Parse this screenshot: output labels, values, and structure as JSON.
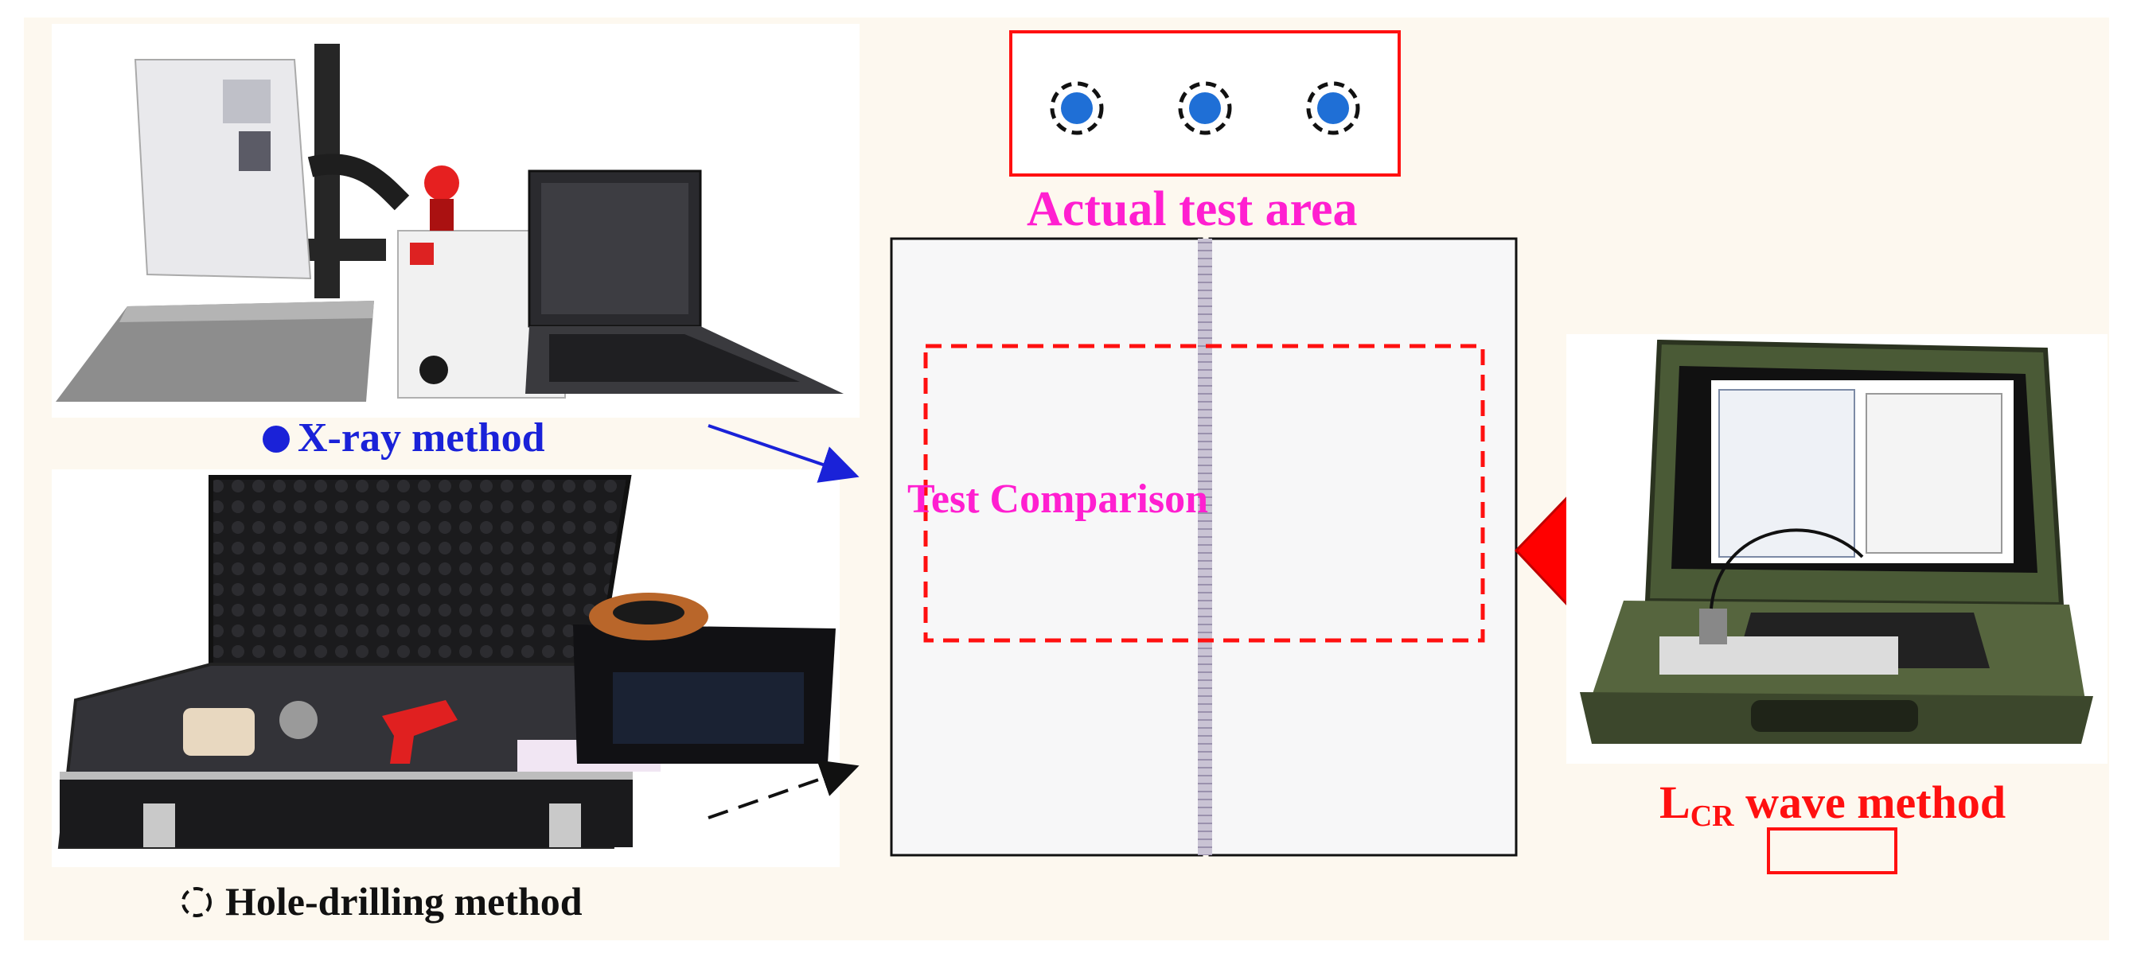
{
  "labels": {
    "xray_method": "X-ray method",
    "hole_drilling_method": "Hole-drilling method",
    "actual_test_area": "Actual test area",
    "test_comparison": "Test Comparison",
    "lcr_main": "L",
    "lcr_sub": "CR",
    "lcr_rest": " wave method"
  },
  "colors": {
    "background": "#fdf8ef",
    "magenta": "#ff1fd0",
    "red": "#ff1010",
    "blue_label": "#1a22d8",
    "marker_blue": "#1f6fd6",
    "army_green": "#4a5a36"
  },
  "icons": {
    "xray_bullet": "filled-circle-icon",
    "hole_bullet": "dashed-circle-icon",
    "test_points": [
      "dashed-ring-dot-icon",
      "dashed-ring-dot-icon",
      "dashed-ring-dot-icon"
    ]
  }
}
